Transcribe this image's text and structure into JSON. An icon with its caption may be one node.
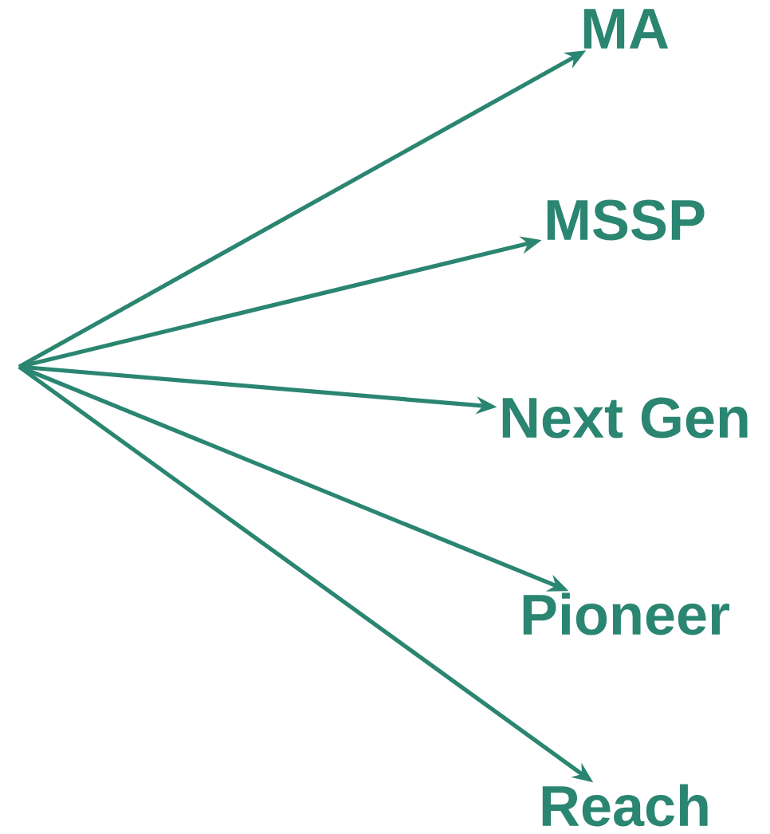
{
  "diagram": {
    "nodes": [
      {
        "text": [
          "MA"
        ]
      },
      {
        "text": [
          "MSSP"
        ]
      },
      {
        "text": [
          "Next Gen"
        ]
      },
      {
        "text": [
          "Pioneer"
        ]
      },
      {
        "text": [
          "Reach"
        ]
      }
    ],
    "edges": [
      {
        "from": null,
        "to": 0,
        "arrow": "to"
      },
      {
        "from": null,
        "to": 1,
        "arrow": "to"
      },
      {
        "from": null,
        "to": 2,
        "arrow": "to"
      },
      {
        "from": null,
        "to": 3,
        "arrow": "to"
      },
      {
        "from": null,
        "to": 4,
        "arrow": "to"
      }
    ]
  }
}
